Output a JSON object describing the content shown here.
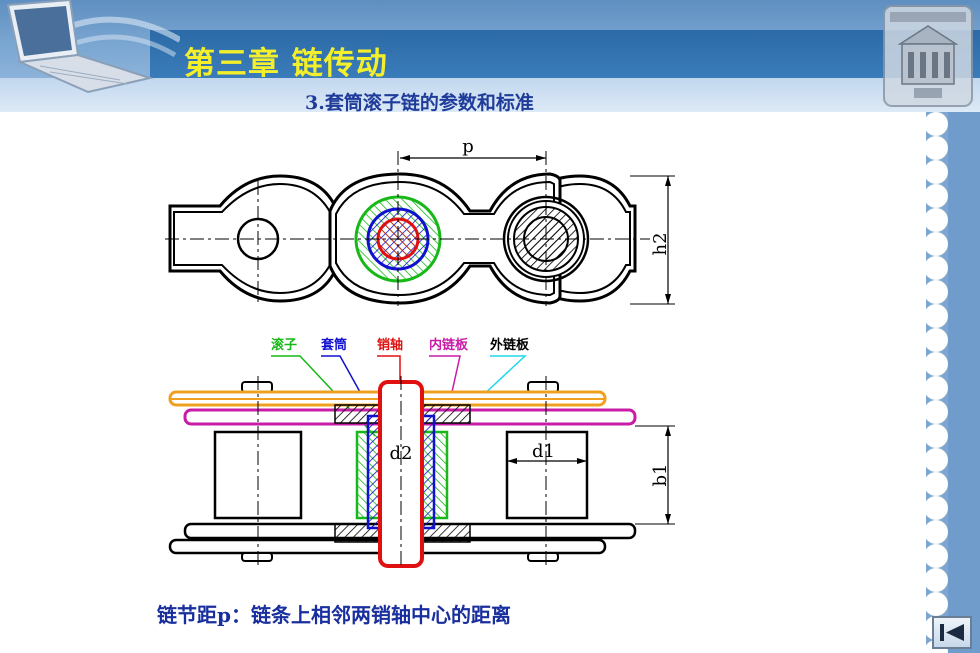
{
  "header": {
    "chapter_title": "第三章  链传动",
    "subtitle": "3.套筒滚子链的参数和标准"
  },
  "diagram": {
    "dims": {
      "pitch": "p",
      "h2": "h2",
      "d2": "d2",
      "d1": "d1",
      "b1": "b1"
    },
    "labels": [
      {
        "text": "滚子",
        "color": "#18b818"
      },
      {
        "text": "套筒",
        "color": "#1010d0"
      },
      {
        "text": "销轴",
        "color": "#e01010"
      },
      {
        "text": "内链板",
        "color": "#c81ca8"
      },
      {
        "text": "外链板",
        "color": "#000000"
      }
    ]
  },
  "caption": "链节距p：链条上相邻两销轴中心的距离",
  "icons": {
    "laptop": "laptop-icon",
    "logo": "university-emblem-icon",
    "nav": "previous-slide-icon"
  },
  "colors": {
    "title": "#f4ef2b",
    "subtitle": "#1f3c9a",
    "caption": "#1a2f9e",
    "roller": "#18b818",
    "bushing": "#1010d0",
    "pin": "#e01010",
    "inner_plate": "#c81ca8",
    "outer_plate": "#f0a020",
    "leader_outer": "#20d8e8"
  }
}
